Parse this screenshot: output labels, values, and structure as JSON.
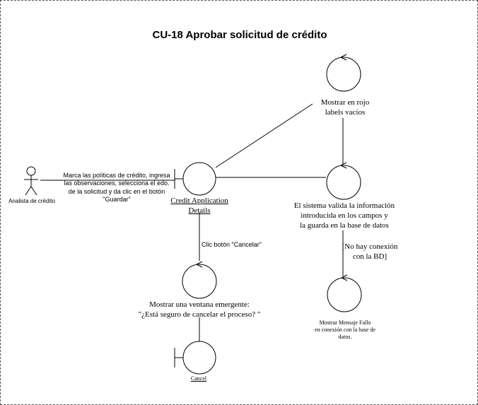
{
  "diagram": {
    "title": "CU-18 Aprobar solicitud de crédito",
    "actor": {
      "label": "Analista de crédito"
    },
    "messages": {
      "actor_to_boundary": "Marca las políticas de crédito, ingresa\nlas observaciones, selecciona el edo.\nde la solicitud y da clic en el botón\n\"Guardar\"",
      "cancel_click": "Clic botón \"Cancelar\"",
      "guard_no_connection": "[No hay conexión\ncon la BD]"
    },
    "nodes": {
      "credit_application_details": "Credit Application\nDetails",
      "mostrar_rojo": "Mostrar en rojo\nlabels vacíos",
      "sistema_valida": "El sistema valida la información\nintroducida en los campos y\nla guarda en la base de datos",
      "mostrar_ventana": "Mostrar una ventana emergente:\n\"¿Está seguro de cancelar el proceso? \"",
      "mostrar_fallo": "Mostrar Mensaje Fallo\nen conexión con la base de\ndatos.",
      "cancel": "Cancel"
    }
  }
}
